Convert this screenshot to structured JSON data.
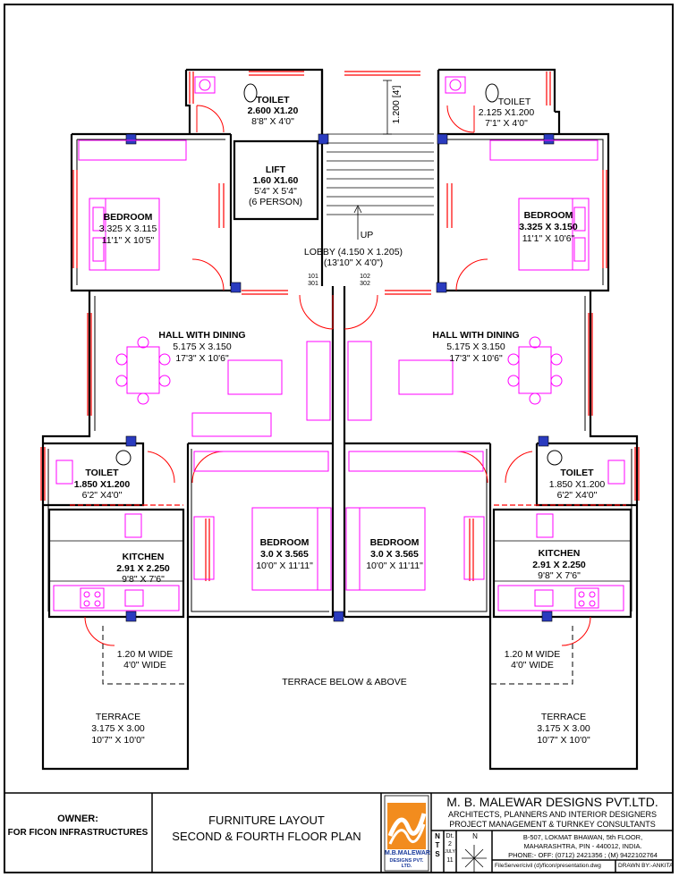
{
  "rooms": {
    "toilet_top_left": {
      "name": "TOILET",
      "dim_m": "2.600 X1.20",
      "dim_ft": "8'8\" X 4'0\""
    },
    "toilet_top_right": {
      "name": "TOILET",
      "dim_m": "2.125 X1.200",
      "dim_ft": "7'1\" X 4'0\""
    },
    "lift": {
      "name": "LIFT",
      "dim_m": "1.60 X1.60",
      "dim_ft": "5'4\" X 5'4\"",
      "capacity": "(6 PERSON)"
    },
    "stair_dim": "1.200 [4']",
    "stair_up": "UP",
    "lobby": {
      "name": "LOBBY (4.150 X 1.205)",
      "dim_ft": "(13'10\" X 4'0\")"
    },
    "door_nums": {
      "a": "101",
      "b": "301",
      "c": "102",
      "d": "302"
    },
    "bedroom_left": {
      "name": "BEDROOM",
      "dim_m": "3.325 X 3.115",
      "dim_ft": "11'1\"  X 10'5\""
    },
    "bedroom_right": {
      "name": "BEDROOM",
      "dim_m": "3.325 X 3.150",
      "dim_ft": "11'1\"  X 10'6\""
    },
    "hall_left": {
      "name": "HALL WITH DINING",
      "dim_m": "5.175 X 3.150",
      "dim_ft": "17'3\" X 10'6\""
    },
    "hall_right": {
      "name": "HALL WITH DINING",
      "dim_m": "5.175 X 3.150",
      "dim_ft": "17'3\" X 10'6\""
    },
    "toilet_mid_left": {
      "name": "TOILET",
      "dim_m": "1.850 X1.200",
      "dim_ft": "6'2\" X4'0\""
    },
    "toilet_mid_right": {
      "name": "TOILET",
      "dim_m": "1.850 X1.200",
      "dim_ft": "6'2\" X4'0\""
    },
    "kitchen_left": {
      "name": "KITCHEN",
      "dim_m": "2.91 X 2.250",
      "dim_ft": "9'8\" X 7'6\""
    },
    "kitchen_right": {
      "name": "KITCHEN",
      "dim_m": "2.91 X 2.250",
      "dim_ft": "9'8\" X 7'6\""
    },
    "bedroom_center_left": {
      "name": "BEDROOM",
      "dim_m": "3.0 X 3.565",
      "dim_ft": "10'0\" X 11'11\""
    },
    "bedroom_center_right": {
      "name": "BEDROOM",
      "dim_m": "3.0 X 3.565",
      "dim_ft": "10'0\" X 11'11\""
    },
    "passage_left": {
      "l1": "1.20 M WIDE",
      "l2": "4'0\" WIDE"
    },
    "passage_right": {
      "l1": "1.20 M WIDE",
      "l2": "4'0\" WIDE"
    },
    "terrace_center": "TERRACE BELOW & ABOVE",
    "terrace_left": {
      "name": "TERRACE",
      "dim_m": "3.175 X 3.00",
      "dim_ft": "10'7\" X 10'0\""
    },
    "terrace_right": {
      "name": "TERRACE",
      "dim_m": "3.175 X 3.00",
      "dim_ft": "10'7\" X 10'0\""
    }
  },
  "title_block": {
    "owner_label": "OWNER:",
    "owner_name": "FOR FICON INFRASTRUCTURES",
    "drawing_title_1": "FURNITURE LAYOUT",
    "drawing_title_2": "SECOND & FOURTH FLOOR PLAN",
    "logo_text_1": "M.B.MALEWAR",
    "logo_text_2": "DESIGNS PVT. LTD.",
    "firm_name": "M. B. MALEWAR DESIGNS  PVT.LTD.",
    "firm_line_1": "ARCHITECTS, PLANNERS AND INTERIOR DESIGNERS",
    "firm_line_2": "PROJECT MANAGEMENT & TURNKEY CONSULTANTS",
    "address_1": "B-507, LOKMAT BHAWAN, 5th FLOOR,",
    "address_2": "MAHARASHTRA, PIN - 440012,  INDIA.",
    "phone": "PHONE:- OFF: (0712) 2421356 ; (M) 9422102764",
    "file_path": "FileServer/civil (d)/ficon/presentation.dwg",
    "drawn_by": "DRAWN BY:-ANKITA",
    "nts_n": "N",
    "nts_t": "T",
    "nts_s": "S",
    "dt_label": "Dt.",
    "dt_day": "2",
    "dt_month": "JULY",
    "dt_year": "11",
    "north": "N"
  },
  "colors": {
    "wall": "#000000",
    "furniture": "#ff00ff",
    "window": "#ff0000",
    "column": "#2a3bbf",
    "logo_orange": "#f28c1e"
  }
}
